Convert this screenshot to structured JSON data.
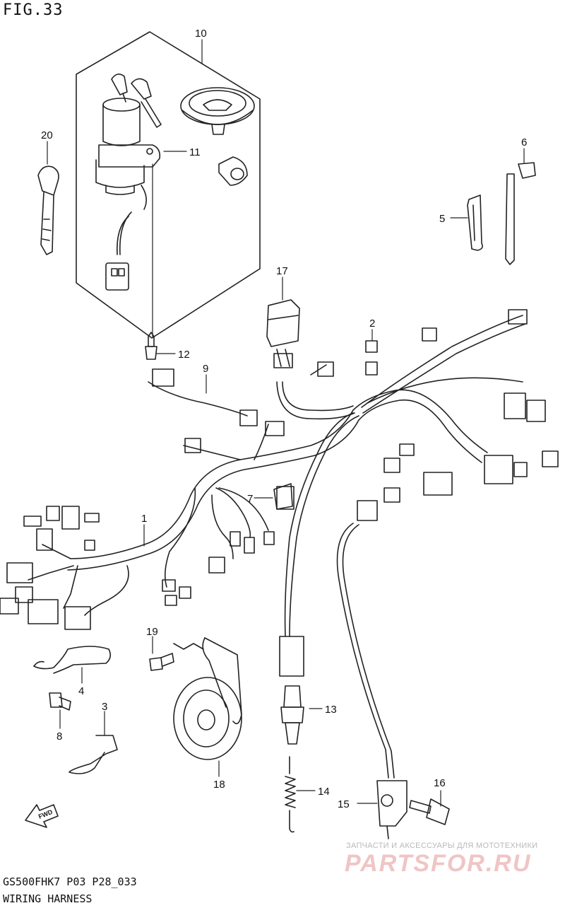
{
  "figure": {
    "title": "FIG.33",
    "code": "GS500FHK7 P03 P28_033",
    "name": "WIRING HARNESS"
  },
  "watermark": {
    "tagline": "ЗАПЧАСТИ И АКСЕССУАРЫ ДЛЯ МОТОТЕХНИКИ",
    "brand": "PARTSFOR.RU",
    "color": "#f0c5c5"
  },
  "direction_marker": {
    "label": "FWD",
    "icon": "fwd-arrow-icon"
  },
  "callouts": [
    "1",
    "2",
    "3",
    "4",
    "5",
    "6",
    "7",
    "8",
    "9",
    "10",
    "11",
    "12",
    "13",
    "14",
    "15",
    "16",
    "17",
    "18",
    "19",
    "20"
  ],
  "colors": {
    "line": "#222222",
    "background": "#ffffff"
  }
}
